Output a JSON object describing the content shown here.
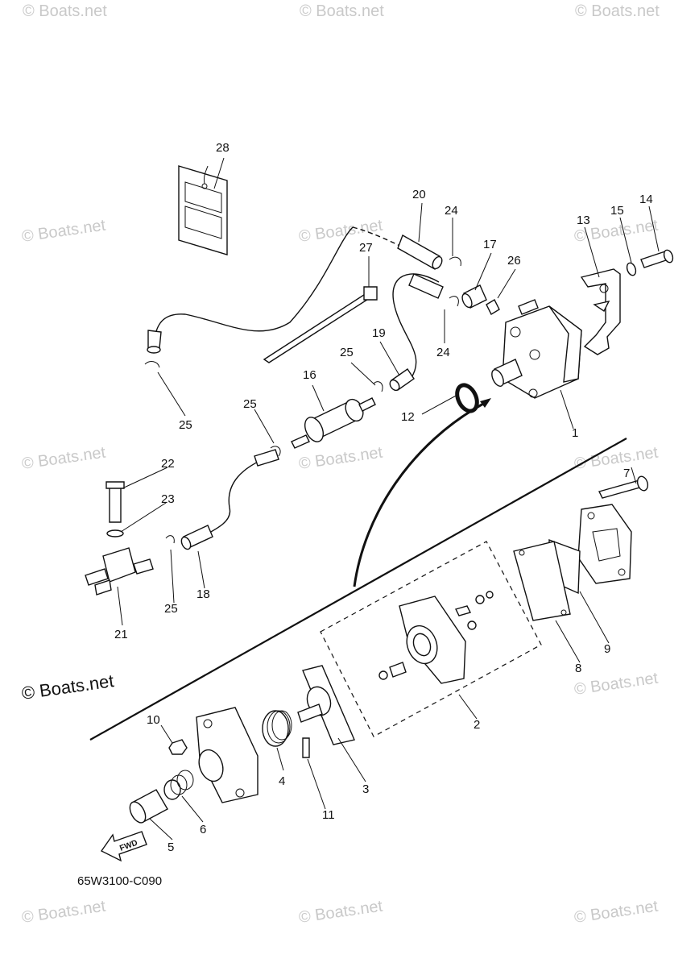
{
  "watermark": {
    "text": "© Boats.net"
  },
  "brand_mark": "© Boats.net",
  "diagram_code": "65W3100-C090",
  "fwd_label": "FWD",
  "callouts": {
    "p1": "1",
    "p2": "2",
    "p3": "3",
    "p4": "4",
    "p5": "5",
    "p6": "6",
    "p7": "7",
    "p8": "8",
    "p9": "9",
    "p10": "10",
    "p11": "11",
    "p12": "12",
    "p13": "13",
    "p14": "14",
    "p15": "15",
    "p16": "16",
    "p17": "17",
    "p18": "18",
    "p19": "19",
    "p20": "20",
    "p21": "21",
    "p22": "22",
    "p23": "23",
    "p24a": "24",
    "p24b": "24",
    "p25a": "25",
    "p25b": "25",
    "p25c": "25",
    "p25d": "25",
    "p26": "26",
    "p27": "27",
    "p28": "28"
  }
}
